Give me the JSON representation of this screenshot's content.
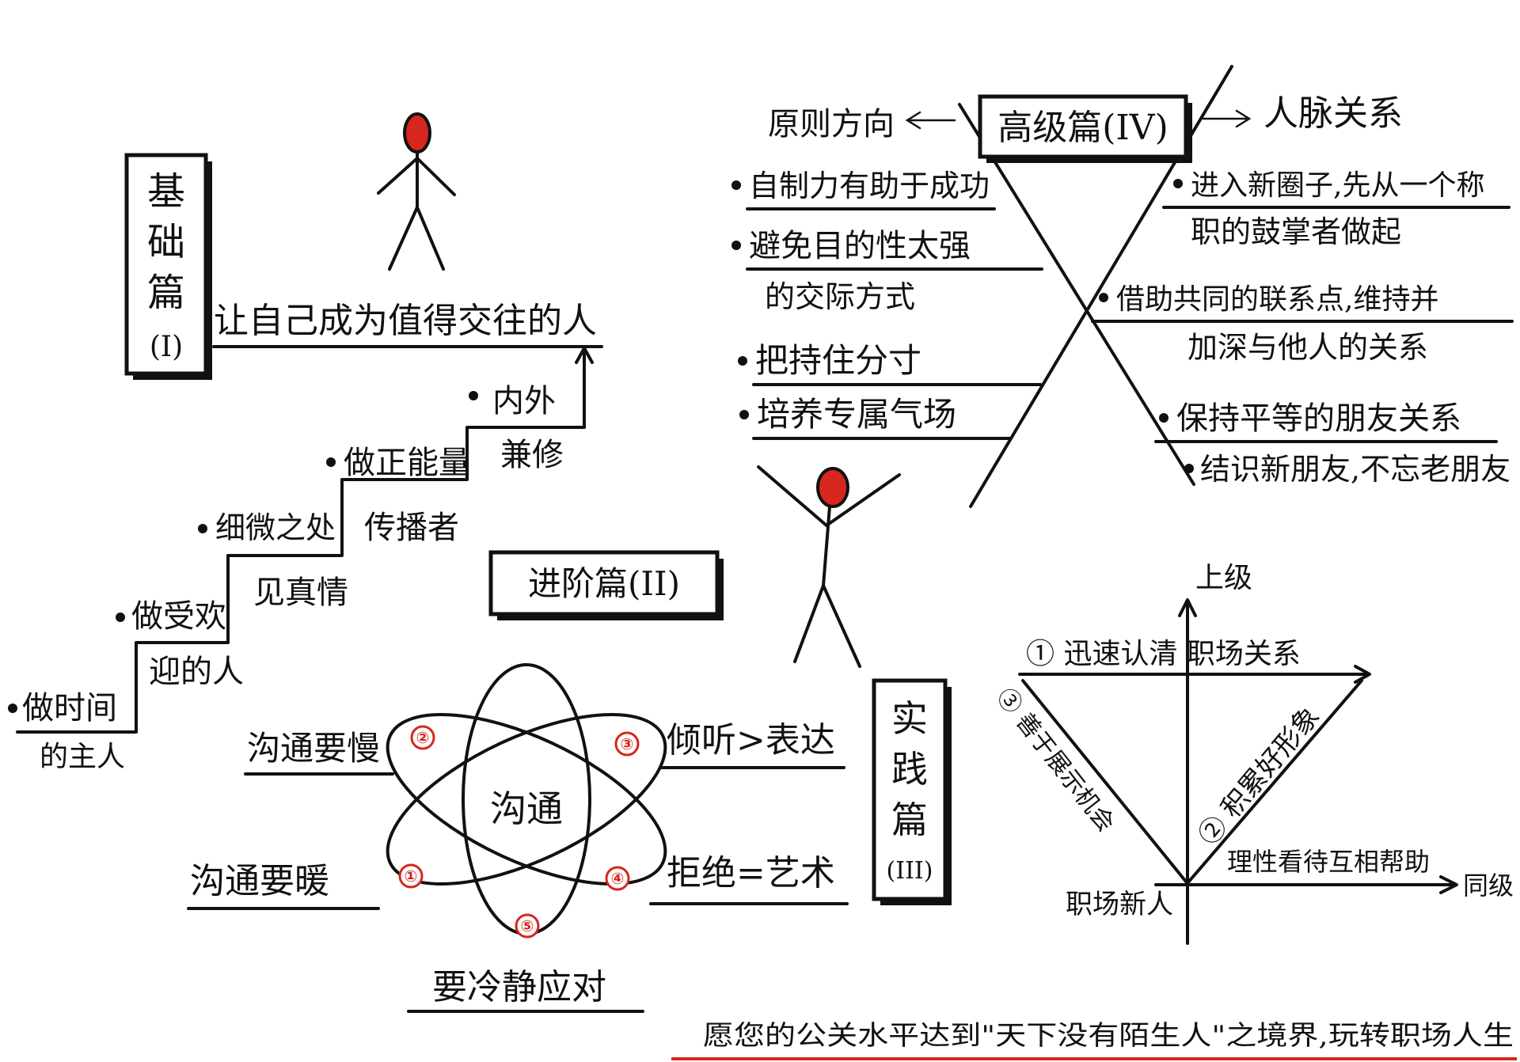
{
  "colors": {
    "ink": "#111111",
    "accent_red": "#d7261e",
    "background": "#ffffff"
  },
  "basic": {
    "title_chars": [
      "基",
      "础",
      "篇",
      "(I)"
    ],
    "headline": "让自己成为值得交往的人",
    "steps": [
      {
        "l1": "做时间",
        "l2": "的主人"
      },
      {
        "l1": "做受欢",
        "l2": "迎的人"
      },
      {
        "l1": "细微之处",
        "l2": "见真情"
      },
      {
        "l1": "做正能量",
        "l2": "传播者"
      },
      {
        "l1": "内外",
        "l2": "兼修"
      }
    ]
  },
  "advanced": {
    "title": "进阶篇(II)"
  },
  "communication": {
    "center": "沟通",
    "items": [
      {
        "num": "①",
        "text": "沟通要暖"
      },
      {
        "num": "②",
        "text": "沟通要慢"
      },
      {
        "num": "③",
        "text": "倾听>表达"
      },
      {
        "num": "④",
        "text": "拒绝=艺术"
      },
      {
        "num": "⑤",
        "text": "要冷静应对"
      }
    ]
  },
  "senior": {
    "title": "高级篇(IV)",
    "left_label": "原则方向",
    "right_label": "人脉关系",
    "left_items": [
      {
        "l1": "自制力有助于成功",
        "l2": ""
      },
      {
        "l1": "避免目的性太强",
        "l2": "的交际方式"
      },
      {
        "l1": "把持住分寸",
        "l2": ""
      },
      {
        "l1": "培养专属气场",
        "l2": ""
      }
    ],
    "right_items": [
      {
        "l1": "进入新圈子,先从一个称",
        "l2": "职的鼓掌者做起"
      },
      {
        "l1": "借助共同的联系点,维持并",
        "l2": "加深与他人的关系"
      },
      {
        "l1": "保持平等的朋友关系",
        "l2": ""
      },
      {
        "l1": "结识新朋友,不忘老朋友",
        "l2": ""
      }
    ]
  },
  "practice": {
    "title_chars": [
      "实",
      "践",
      "篇",
      "(III)"
    ],
    "axis_y": "上级",
    "axis_x": "同级",
    "origin": "职场新人",
    "item1": "① 迅速认清 职场关系",
    "item2": "② 积累好形象",
    "item3": "③ 善于展示机会",
    "item4": "理性看待互相帮助"
  },
  "footer": "愿您的公关水平达到\"天下没有陌生人\"之境界,玩转职场人生"
}
